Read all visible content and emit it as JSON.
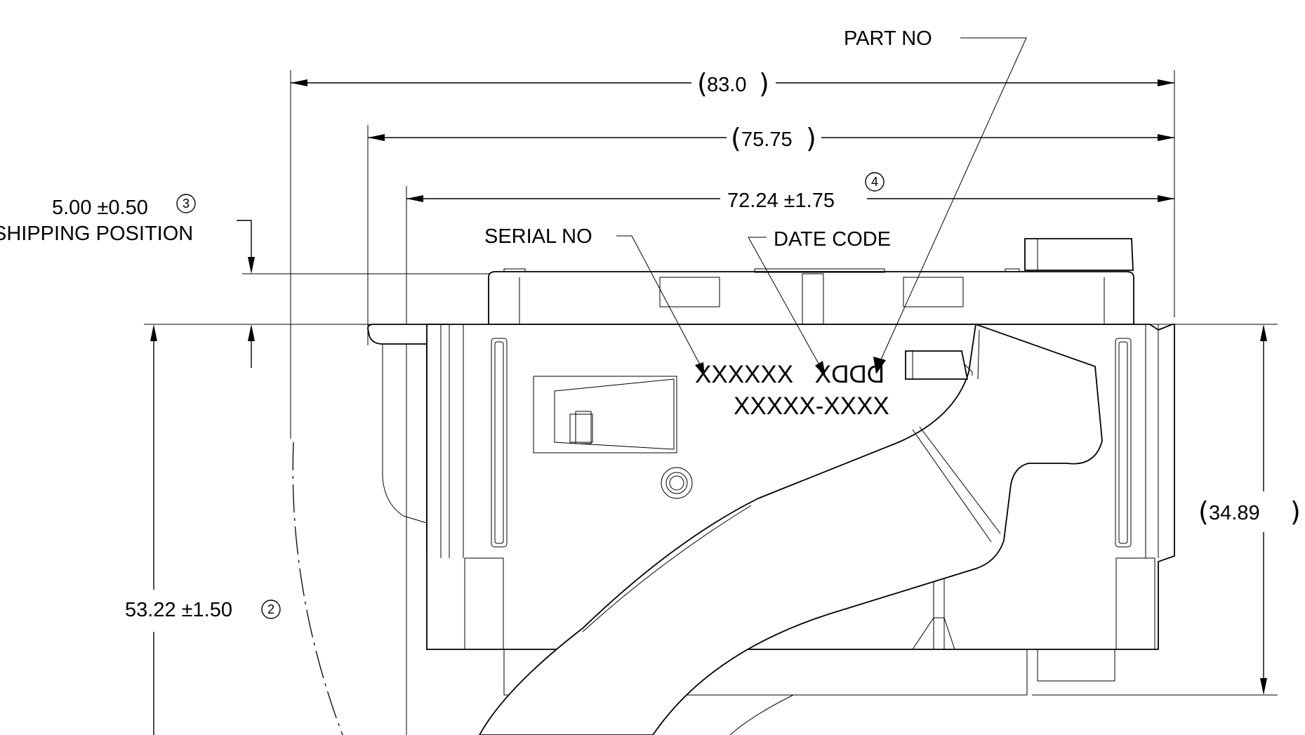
{
  "dimensions": {
    "overall": {
      "value": "83.0",
      "reference": true
    },
    "flange": {
      "value": "75.75",
      "reference": true
    },
    "body_width": {
      "value": "72.24 ±1.75",
      "note": "4"
    },
    "shipping": {
      "value": "5.00 ±0.50",
      "note": "3",
      "label": "SHIPPING POSITION"
    },
    "height_total": {
      "value": "53.22 ±1.50",
      "note": "2"
    },
    "height_body": {
      "value": "34.89",
      "reference": true
    }
  },
  "callouts": {
    "part_no": "PART NO",
    "serial_no": "SERIAL NO",
    "date_code": "DATE CODE"
  },
  "part_marking": {
    "serial": "XXXXXX",
    "date": "DDDX",
    "part": "XXXXX-XXXX"
  },
  "colors": {
    "line": "#000000",
    "background": "#ffffff"
  }
}
